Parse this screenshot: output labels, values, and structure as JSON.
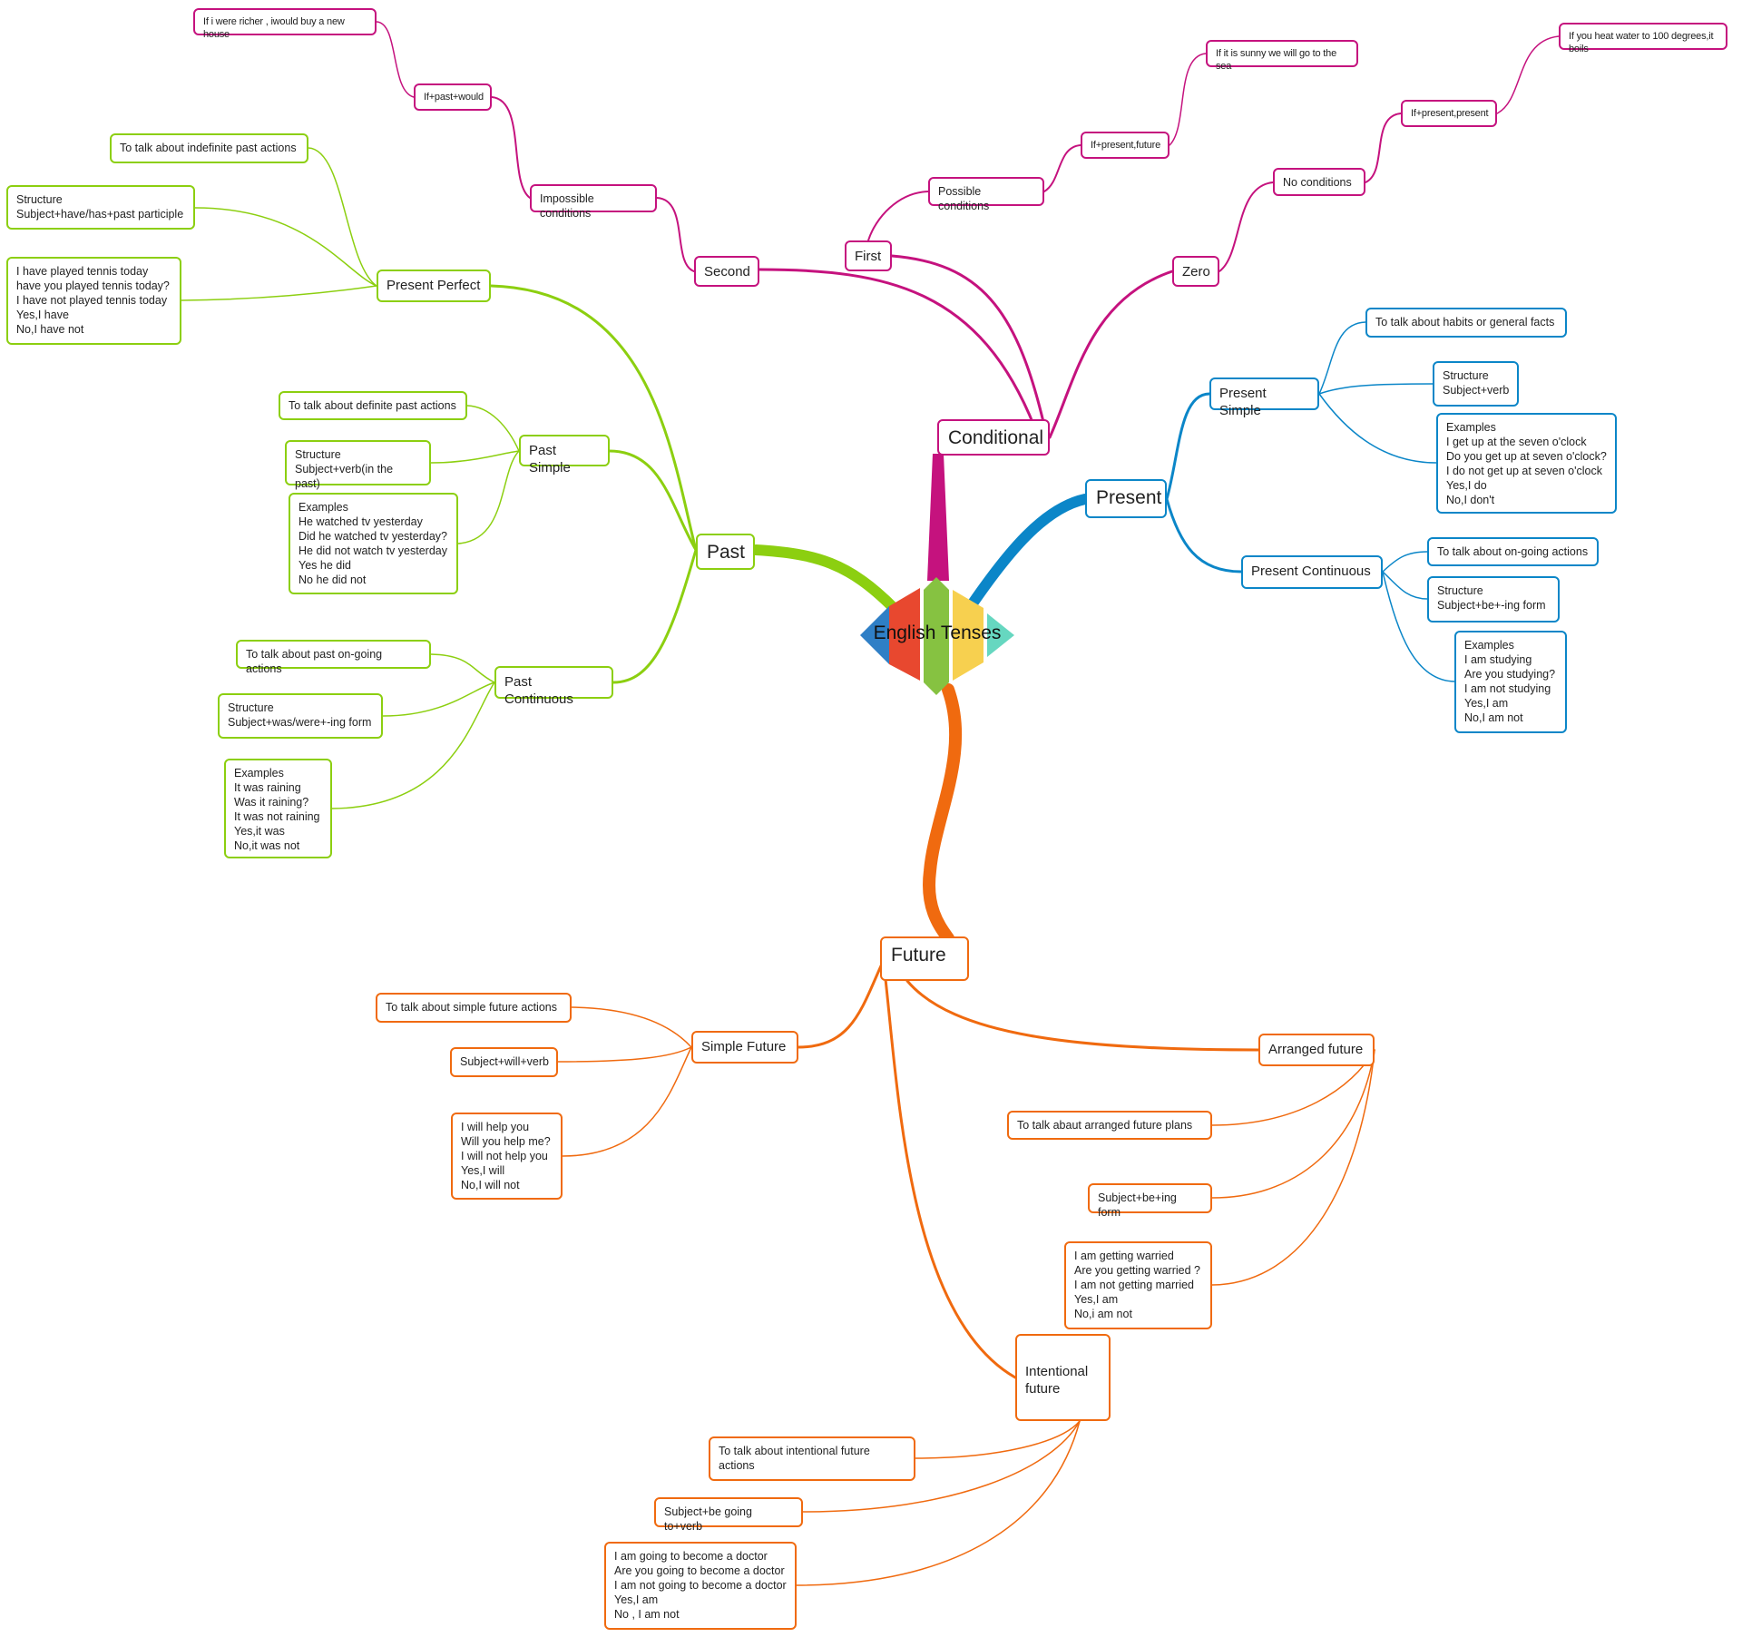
{
  "diagram": {
    "title": "English Tenses",
    "colors": {
      "conditional": "#c5127e",
      "past": "#8ccf10",
      "present": "#0b86c8",
      "future": "#f06a0f",
      "center_blue": "#2f7fc6",
      "center_red": "#e8482f",
      "center_green": "#86c241",
      "center_yellow": "#f7d04f",
      "center_teal": "#66d7c0"
    },
    "branches": {
      "conditional": {
        "label": "Conditional",
        "zero": {
          "label": "Zero",
          "cond": "No conditions",
          "rule": "If+present,present",
          "example": "If you heat water to 100 degrees,it boils"
        },
        "first": {
          "label": "First",
          "cond": "Possible conditions",
          "rule": "If+present,future",
          "example": "If it is sunny we will go to the sea"
        },
        "second": {
          "label": "Second",
          "cond": "Impossible conditions",
          "rule": "If+past+would",
          "example": "If i were richer , iwould buy a new house"
        }
      },
      "past": {
        "label": "Past",
        "perfect": {
          "label": "Present Perfect",
          "use": "To talk about indefinite past actions",
          "structure": "Structure\nSubject+have/has+past participle",
          "examples": "I have played tennis today\nhave you played tennis today?\nI have not played tennis today\nYes,I have\nNo,I have not"
        },
        "simple": {
          "label": "Past Simple",
          "use": "To talk about definite past actions",
          "structure": "Structure\nSubject+verb(in the past)",
          "examples": "Examples\nHe watched tv yesterday\nDid he watched tv yesterday?\nHe did not watch tv yesterday\nYes he did\nNo he did not"
        },
        "continuous": {
          "label": "Past Continuous",
          "use": "To talk about past on-going actions",
          "structure": "Structure\nSubject+was/were+-ing form",
          "examples": "Examples\nIt was raining\nWas it raining?\nIt was not raining\nYes,it was\nNo,it was not"
        }
      },
      "present": {
        "label": "Present",
        "simple": {
          "label": "Present Simple",
          "use": "To talk about habits or general facts",
          "structure": "Structure\nSubject+verb",
          "examples": "Examples\nI get up at the seven o'clock\nDo you get up at seven o'clock?\nI do not get up at seven o'clock\nYes,I do\nNo,I don't"
        },
        "continuous": {
          "label": "Present Continuous",
          "use": "To talk about on-going actions",
          "structure": "Structure\nSubject+be+-ing form",
          "examples": "Examples\nI am studying\nAre you studying?\nI am not studying\nYes,I am\nNo,I am not"
        }
      },
      "future": {
        "label": "Future",
        "simple": {
          "label": "Simple Future",
          "use": "To talk about simple future actions",
          "structure": "Subject+will+verb",
          "examples": "I will help you\nWill you help me?\nI will not help you\nYes,I will\nNo,I will not"
        },
        "arranged": {
          "label": "Arranged future",
          "use": "To talk abaut arranged future plans",
          "structure": "Subject+be+ing form",
          "examples": "I am getting warried\nAre you getting warried ?\nI am not getting married\nYes,I am\nNo,i am not"
        },
        "intentional": {
          "label": "Intentional\nfuture",
          "use": "To talk about intentional future\nactions",
          "structure": "Subject+be going to+verb",
          "examples": "I am going to become a doctor\nAre you going to become a doctor\nI am not going to become a doctor\nYes,I am\nNo , I am not"
        }
      }
    }
  }
}
